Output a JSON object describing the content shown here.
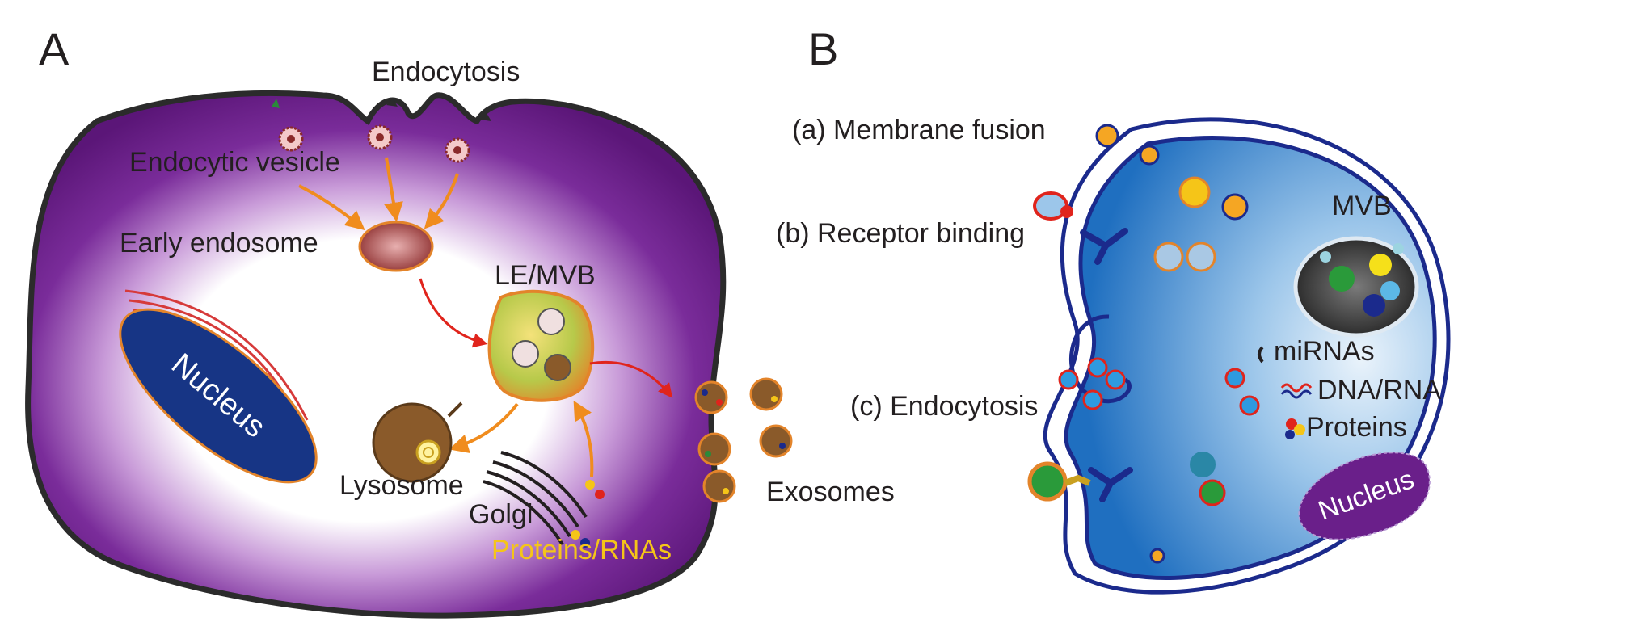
{
  "panel_a": {
    "letter": "A",
    "labels": {
      "endocytosis": "Endocytosis",
      "endocytic_vesicle": "Endocytic vesicle",
      "early_endosome": "Early endosome",
      "le_mvb": "LE/MVB",
      "nucleus": "Nucleus",
      "lysosome": "Lysosome",
      "golgi": "Golgi",
      "proteins_rnas": "Proteins/RNAs",
      "exosomes": "Exosomes"
    }
  },
  "panel_b": {
    "letter": "B",
    "labels": {
      "membrane_fusion": "(a) Membrane fusion",
      "receptor_binding": "(b) Receptor binding",
      "endocytosis": "(c) Endocytosis",
      "mvb": "MVB",
      "mirnas": "miRNAs",
      "dna_rna": "DNA/RNA",
      "proteins": "Proteins",
      "nucleus": "Nucleus"
    }
  },
  "colors": {
    "cell_a": "#6a1f8a",
    "cell_b": "#2f7fc9",
    "membrane": "#1b2a8c",
    "arrow_orange": "#f08c1e",
    "arrow_red": "#e0241c",
    "nucleus_a": "#173585",
    "nucleus_b": "#6a1f8a",
    "proteins_rnas_text": "#f5c518"
  }
}
